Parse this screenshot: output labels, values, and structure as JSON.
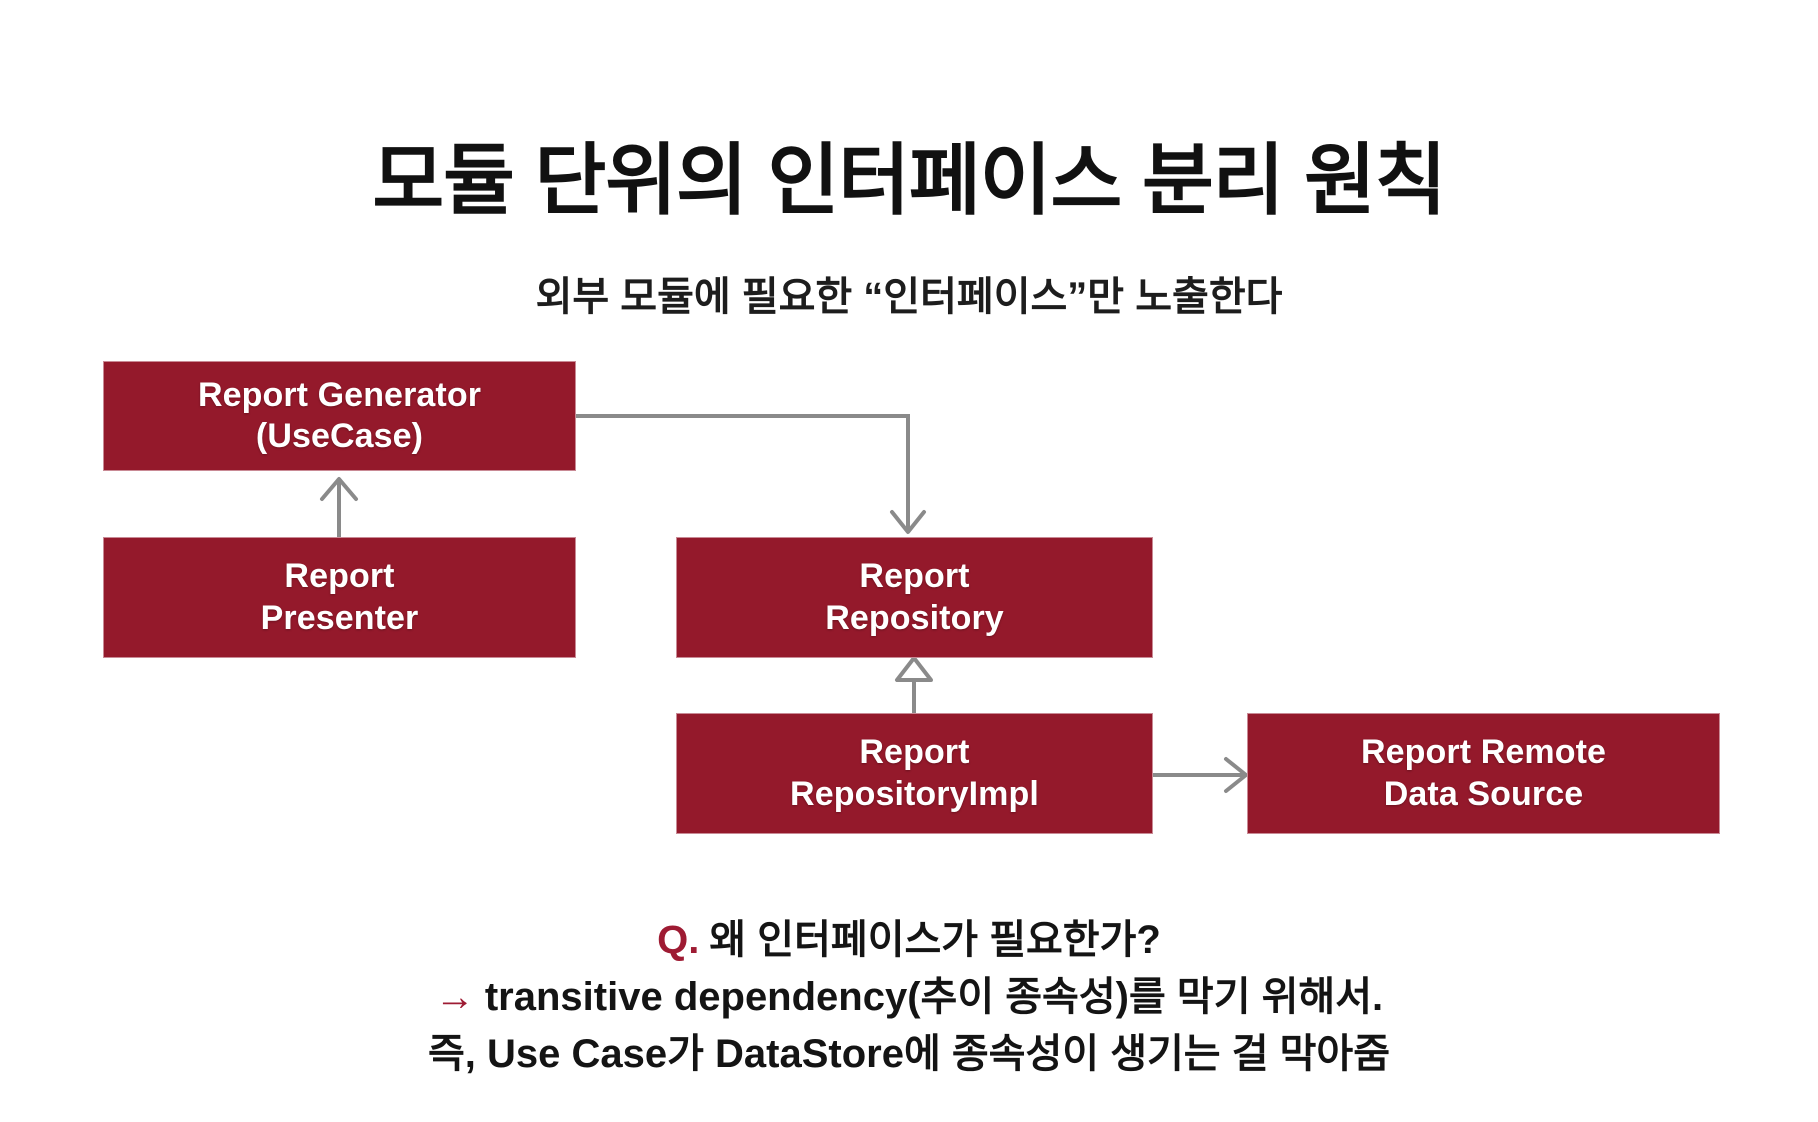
{
  "slide": {
    "title": "모듈 단위의 인터페이스 분리 원칙",
    "subtitle": "외부 모듈에 필요한 “인터페이스”만 노출한다",
    "background_color": "#FFFFFF",
    "title_color": "#111111"
  },
  "diagram": {
    "type": "dependency-diagram",
    "node_fill_color": "#94192B",
    "node_text_color": "#FFFFFF",
    "edge_color": "#808080",
    "nodes": [
      {
        "id": "generator",
        "label": "Report Generator\n(UseCase)"
      },
      {
        "id": "presenter",
        "label": "Report\nPresenter"
      },
      {
        "id": "repository",
        "label": "Report\nRepository"
      },
      {
        "id": "repo-impl",
        "label": "Report\nRepositoryImpl"
      },
      {
        "id": "remote-ds",
        "label": "Report Remote\nData Source"
      }
    ],
    "edges": [
      {
        "from": "presenter",
        "to": "generator",
        "arrowhead": "open-v",
        "direction": "up"
      },
      {
        "from": "generator",
        "to": "repository",
        "arrowhead": "open-v",
        "direction": "elbow-down"
      },
      {
        "from": "repo-impl",
        "to": "repository",
        "arrowhead": "hollow-triangle",
        "direction": "up"
      },
      {
        "from": "repo-impl",
        "to": "remote-ds",
        "arrowhead": "open-v",
        "direction": "right"
      }
    ]
  },
  "note": {
    "q_marker": "Q.",
    "question": "왜 인터페이스가 필요한가?",
    "arrow_marker": "→",
    "answer_line1": "transitive dependency(추이 종속성)를 막기 위해서.",
    "answer_line2": "즉, Use Case가 DataStore에 종속성이 생기는 걸 막아줌",
    "accent_color": "#9E1B33"
  }
}
